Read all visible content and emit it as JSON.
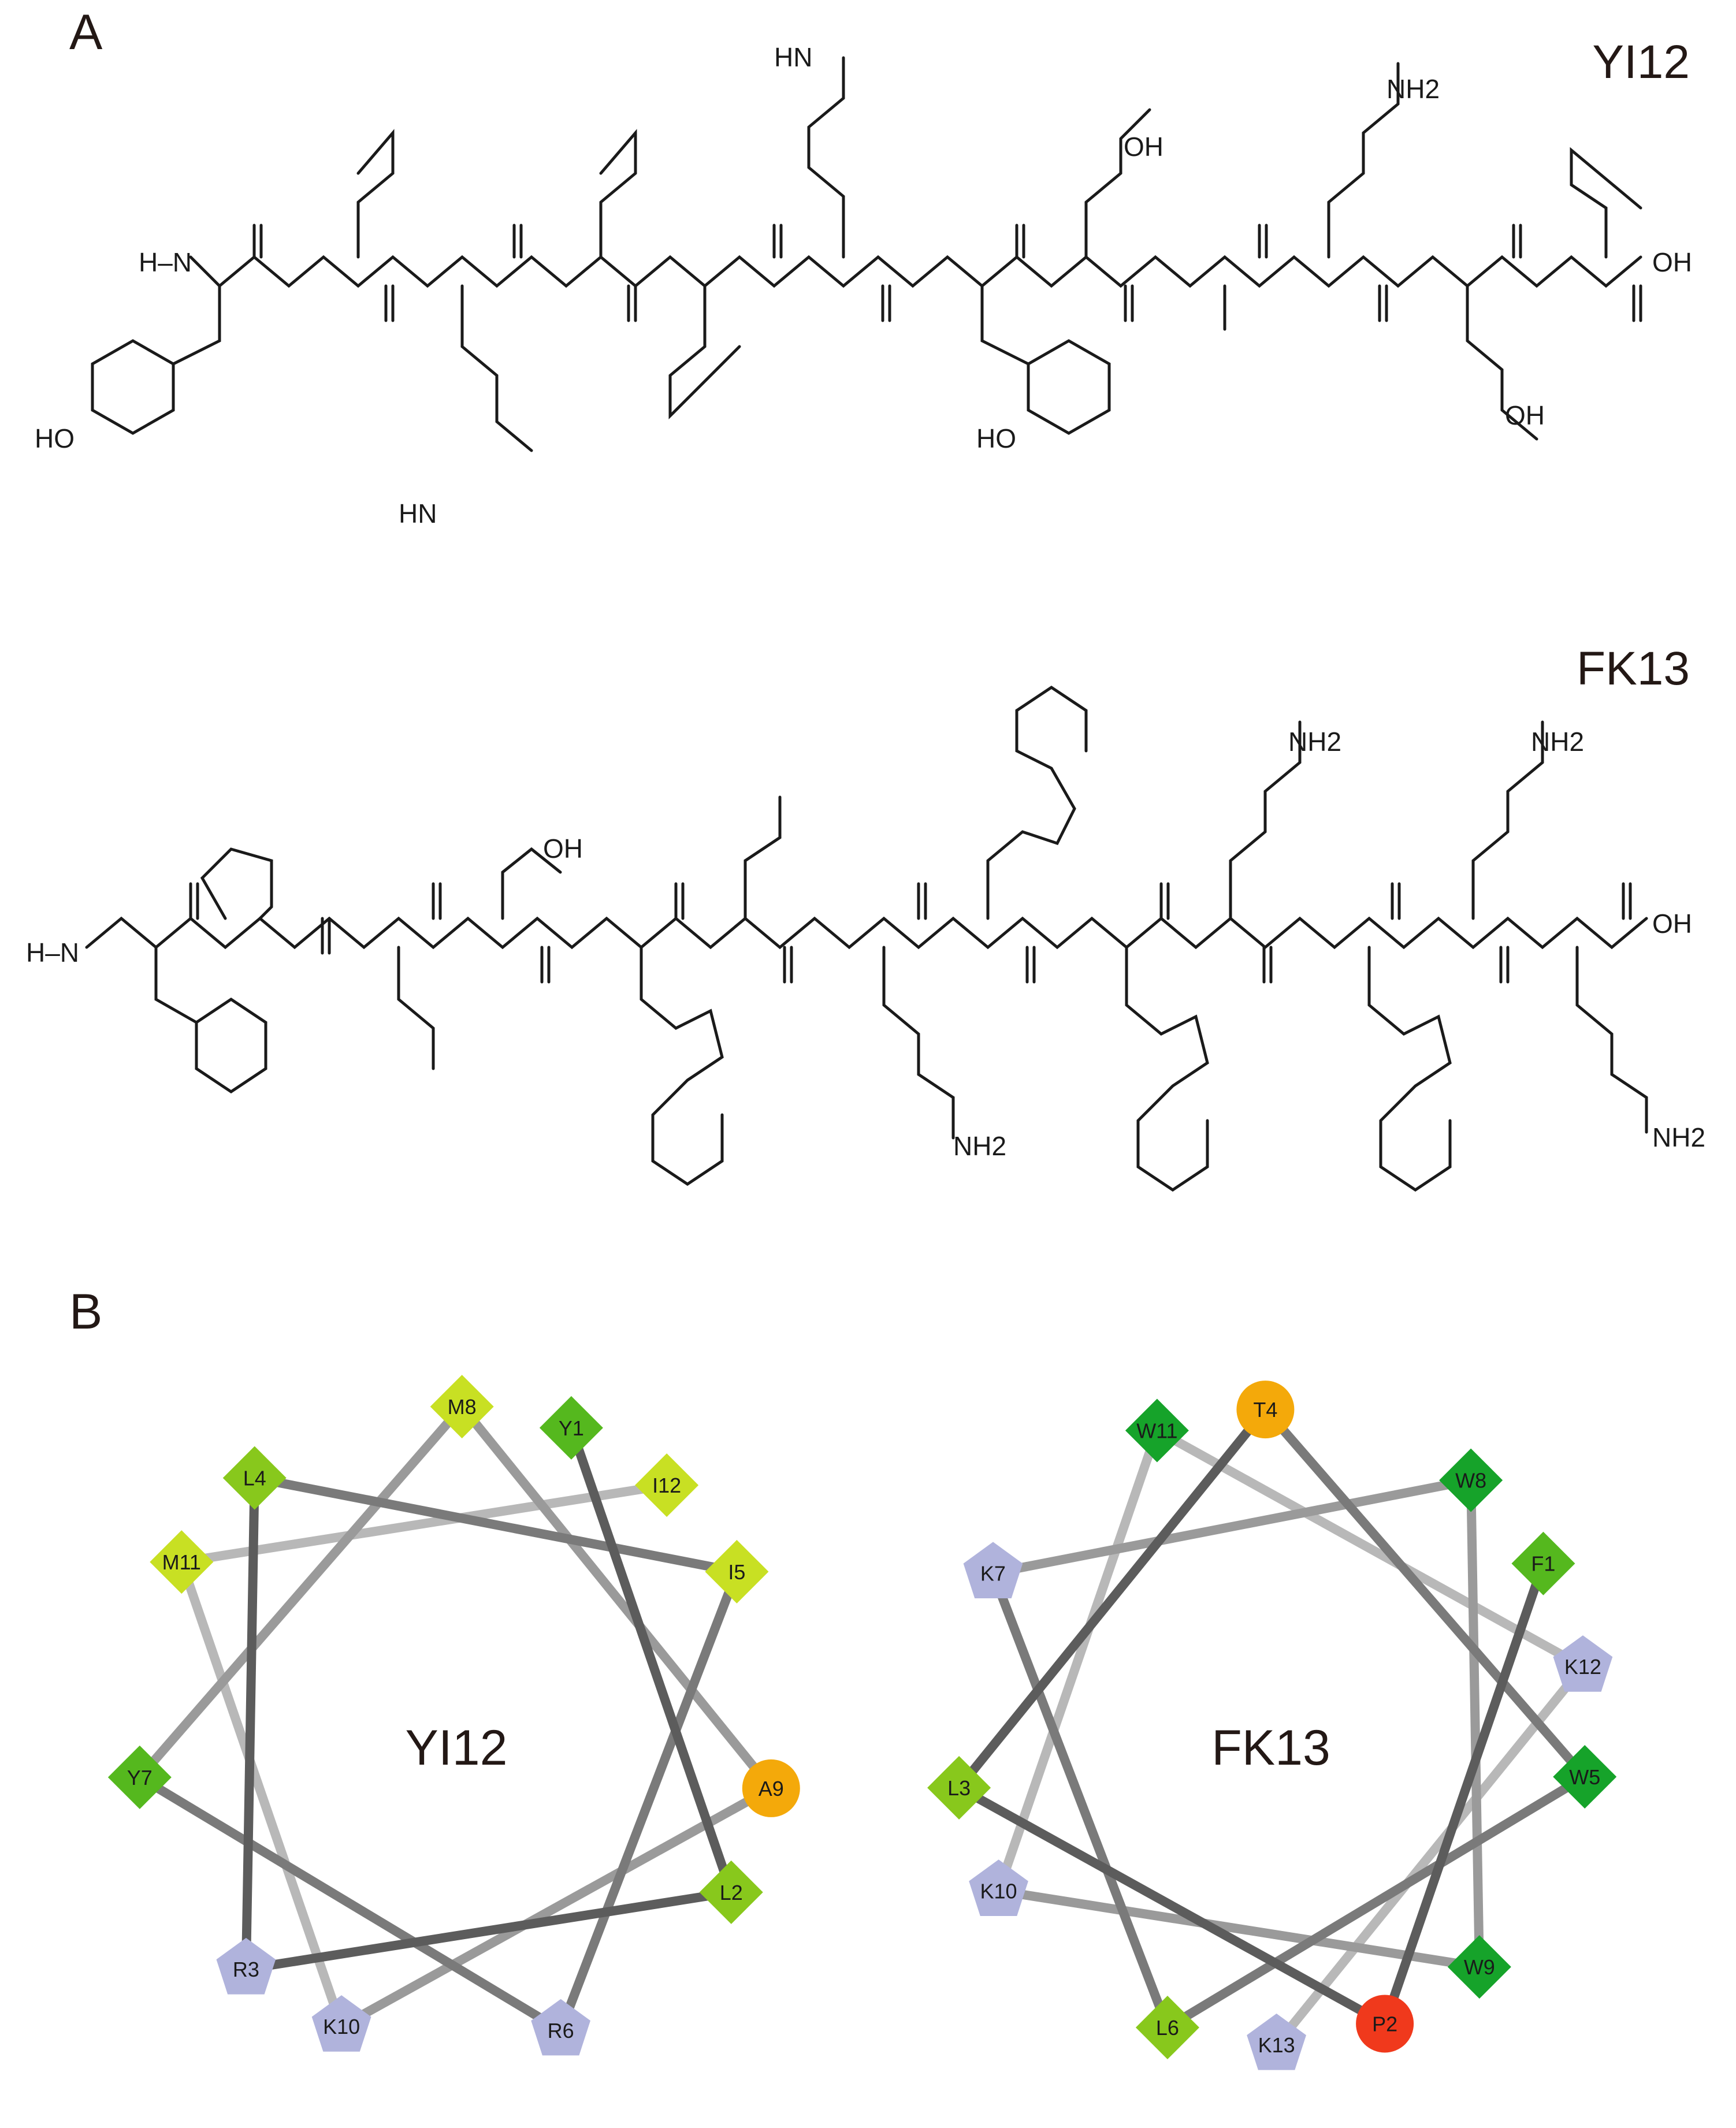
{
  "panels": {
    "a": {
      "letter": "A",
      "structures": [
        {
          "name": "YI12",
          "atoms": [
            "HO",
            "H–N",
            "HN",
            "OH",
            "NH2",
            "OH"
          ]
        },
        {
          "name": "FK13",
          "atoms": [
            "H–N",
            "OH",
            "NH2",
            "OH"
          ]
        }
      ]
    },
    "b": {
      "letter": "B",
      "wheels": [
        {
          "name": "YI12",
          "residues": [
            {
              "label": "Y1",
              "shape": "diamond",
              "color": "#55b81e"
            },
            {
              "label": "L2",
              "shape": "diamond",
              "color": "#88c81c"
            },
            {
              "label": "R3",
              "shape": "pentagon",
              "color": "#b0b3dc"
            },
            {
              "label": "L4",
              "shape": "diamond",
              "color": "#88c81c"
            },
            {
              "label": "I5",
              "shape": "diamond",
              "color": "#c8e023"
            },
            {
              "label": "R6",
              "shape": "pentagon",
              "color": "#b0b3dc"
            },
            {
              "label": "Y7",
              "shape": "diamond",
              "color": "#55b81e"
            },
            {
              "label": "M8",
              "shape": "diamond",
              "color": "#c8e023"
            },
            {
              "label": "A9",
              "shape": "circle",
              "color": "#f4a90a"
            },
            {
              "label": "K10",
              "shape": "pentagon",
              "color": "#b0b3dc"
            },
            {
              "label": "M11",
              "shape": "diamond",
              "color": "#c8e023"
            },
            {
              "label": "I12",
              "shape": "diamond",
              "color": "#c8e023"
            }
          ]
        },
        {
          "name": "FK13",
          "residues": [
            {
              "label": "F1",
              "shape": "diamond",
              "color": "#55b81e"
            },
            {
              "label": "P2",
              "shape": "circle",
              "color": "#f0391c"
            },
            {
              "label": "L3",
              "shape": "diamond",
              "color": "#88c81c"
            },
            {
              "label": "T4",
              "shape": "circle",
              "color": "#f4a90a"
            },
            {
              "label": "W5",
              "shape": "diamond",
              "color": "#16a32a"
            },
            {
              "label": "L6",
              "shape": "diamond",
              "color": "#88c81c"
            },
            {
              "label": "K7",
              "shape": "pentagon",
              "color": "#b0b3dc"
            },
            {
              "label": "W8",
              "shape": "diamond",
              "color": "#16a32a"
            },
            {
              "label": "W9",
              "shape": "diamond",
              "color": "#16a32a"
            },
            {
              "label": "K10",
              "shape": "pentagon",
              "color": "#b0b3dc"
            },
            {
              "label": "W11",
              "shape": "diamond",
              "color": "#16a32a"
            },
            {
              "label": "K12",
              "shape": "pentagon",
              "color": "#b0b3dc"
            },
            {
              "label": "K13",
              "shape": "pentagon",
              "color": "#b0b3dc"
            }
          ]
        }
      ]
    }
  }
}
